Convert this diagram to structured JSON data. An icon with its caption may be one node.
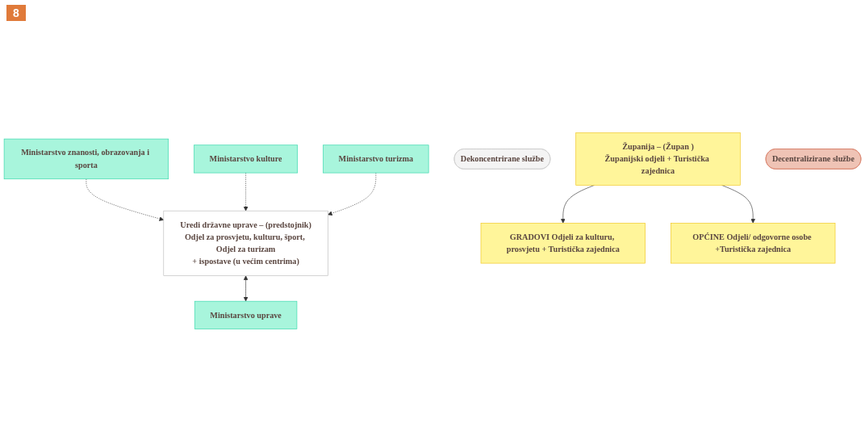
{
  "diagram": {
    "nodes": [
      {
        "text": [
          "Ministarstvo znanosti, obrazovanja i sporta"
        ]
      },
      {
        "text": [
          "Ministarstvo kulture"
        ]
      },
      {
        "text": [
          "Ministarstvo turizma"
        ]
      },
      {
        "text": [
          "Ministarstvo uprave"
        ]
      },
      {
        "text": [
          "Uredi državne uprave – (predstojnik)",
          "Odjel za prosvjetu, kulturu, šport, Odjel za turizam",
          "+ ispostave (u većim centrima)"
        ]
      },
      {
        "text": [
          "Dekoncentrirane službe"
        ]
      },
      {
        "text": [
          "Županija – (Župan )",
          "Županijski odjeli + Turistička zajednica"
        ]
      },
      {
        "text": [
          "Decentralizirane službe"
        ]
      },
      {
        "text": [
          "GRADOVI Odjeli za kulturu, prosvjetu + Turistička zajednica"
        ]
      },
      {
        "text": [
          "OPĆINE Odjeli/ odgovorne osobe +Turistička zajednica"
        ]
      }
    ],
    "edges": [
      {
        "from": 0,
        "to": 4,
        "arrow": "to",
        "style": "dashed"
      },
      {
        "from": 1,
        "to": 4,
        "arrow": "to",
        "style": "dashed"
      },
      {
        "from": 2,
        "to": 4,
        "arrow": "to",
        "style": "dashed"
      },
      {
        "from": 4,
        "to": 3,
        "arrow": "both"
      },
      {
        "from": 6,
        "to": 8,
        "arrow": "to"
      },
      {
        "from": 6,
        "to": 9,
        "arrow": "to"
      }
    ],
    "labels": [
      "8"
    ]
  }
}
